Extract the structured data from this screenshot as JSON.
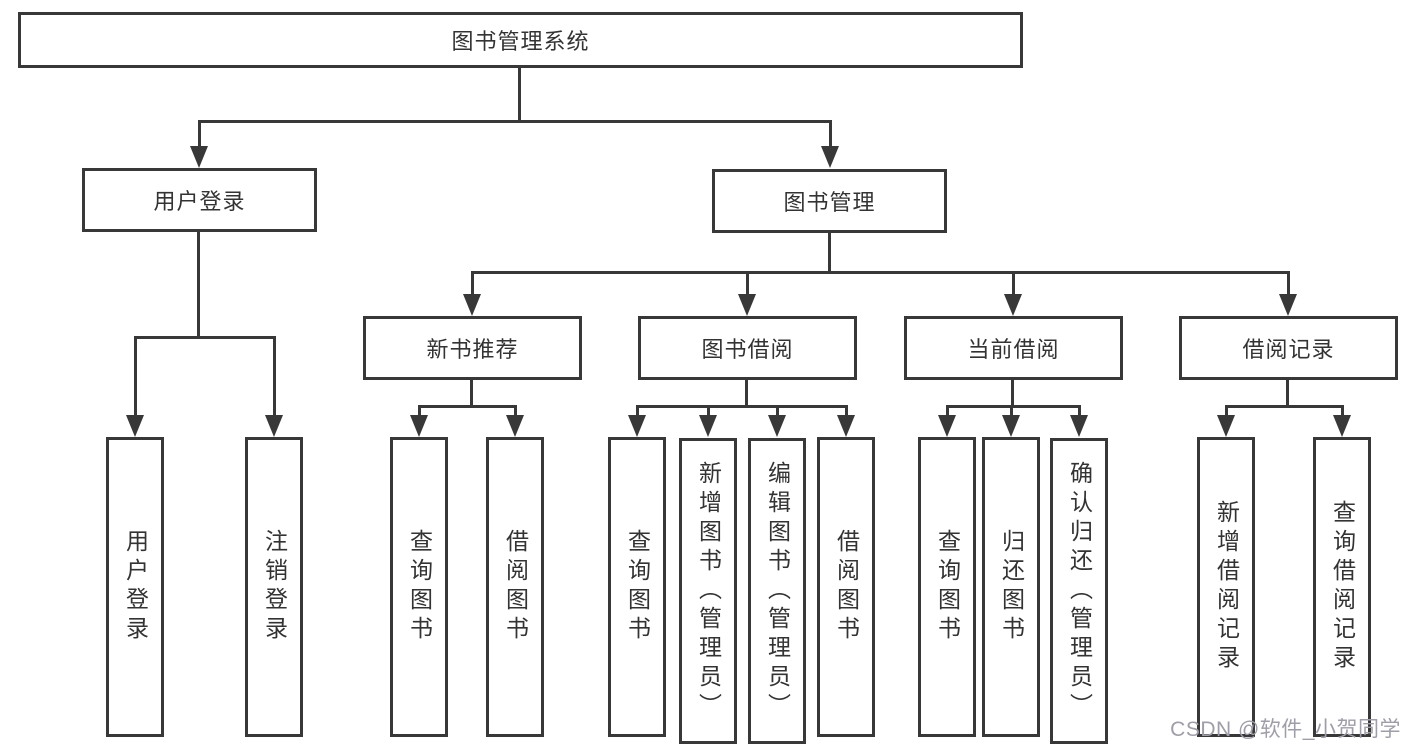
{
  "diagram": {
    "root": {
      "label": "图书管理系统"
    },
    "user_login": {
      "label": "用户登录",
      "children": {
        "login": "用户登录",
        "logout": "注销登录"
      }
    },
    "book_mgmt": {
      "label": "图书管理",
      "sections": {
        "new_book": {
          "label": "新书推荐",
          "children": {
            "query": "查询图书",
            "borrow": "借阅图书"
          }
        },
        "borrow": {
          "label": "图书借阅",
          "children": {
            "query": "查询图书",
            "add": "新增图书（管理员）",
            "edit": "编辑图书（管理员）",
            "borrow": "借阅图书"
          }
        },
        "current": {
          "label": "当前借阅",
          "children": {
            "query": "查询图书",
            "return": "归还图书",
            "confirm": "确认归还（管理员）"
          }
        },
        "records": {
          "label": "借阅记录",
          "children": {
            "add": "新增借阅记录",
            "query": "查询借阅记录"
          }
        }
      }
    }
  },
  "watermark": {
    "text": "CSDN @软件_小贺同学"
  },
  "colors": {
    "line": "#383838",
    "text": "#333333",
    "watermark": "#9e9ea8",
    "background": "#ffffff"
  }
}
